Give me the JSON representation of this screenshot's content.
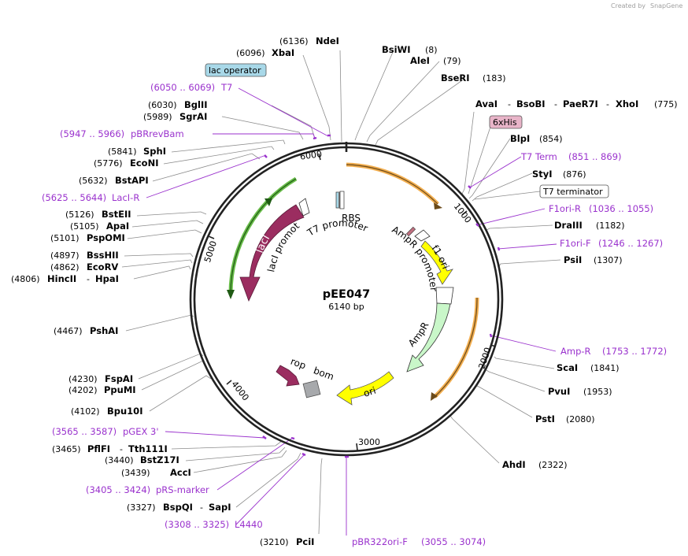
{
  "credit": {
    "text": "Created by",
    "brand": "SnapGene"
  },
  "plasmid": {
    "name": "pEE047",
    "length": "6140 bp"
  },
  "ticks": [
    "1000",
    "2000",
    "3000",
    "4000",
    "5000",
    "6000"
  ],
  "enzymes": [
    {
      "pos": "(6136)",
      "name": "NdeI"
    },
    {
      "pos": "(6096)",
      "name": "XbaI"
    },
    {
      "pos": "(6030)",
      "name": "BglII"
    },
    {
      "pos": "(5989)",
      "name": "SgrAI"
    },
    {
      "pos": "(5841)",
      "name": "SphI"
    },
    {
      "pos": "(5776)",
      "name": "EcoNI"
    },
    {
      "pos": "(5632)",
      "name": "BstAPI"
    },
    {
      "pos": "(5126)",
      "name": "BstEII"
    },
    {
      "pos": "(5105)",
      "name": "ApaI"
    },
    {
      "pos": "(5101)",
      "name": "PspOMI"
    },
    {
      "pos": "(4897)",
      "name": "BssHII"
    },
    {
      "pos": "(4862)",
      "name": "EcoRV"
    },
    {
      "pos": "(4806)",
      "name": "HincII",
      "name2": "HpaI"
    },
    {
      "pos": "(4467)",
      "name": "PshAI"
    },
    {
      "pos": "(4230)",
      "name": "FspAI"
    },
    {
      "pos": "(4202)",
      "name": "PpuMI"
    },
    {
      "pos": "(4102)",
      "name": "Bpu10I"
    },
    {
      "pos": "(3465)",
      "name": "PflFI",
      "name2": "Tth111I"
    },
    {
      "pos": "(3440)",
      "name": "BstZ17I"
    },
    {
      "pos": "(3439)",
      "name": "AccI"
    },
    {
      "pos": "(3327)",
      "name": "BspQI",
      "name2": "SapI"
    },
    {
      "pos": "(3210)",
      "name": "PciI"
    },
    {
      "pos": "(8)",
      "name": "BsiWI"
    },
    {
      "pos": "(79)",
      "name": "AleI"
    },
    {
      "pos": "(183)",
      "name": "BseRI"
    },
    {
      "pos": "(775)",
      "name": "AvaI",
      "name2": "BsoBI",
      "name3": "PaeR7I",
      "name4": "XhoI"
    },
    {
      "pos": "(854)",
      "name": "BlpI"
    },
    {
      "pos": "(876)",
      "name": "StyI"
    },
    {
      "pos": "(1182)",
      "name": "DraIII"
    },
    {
      "pos": "(1307)",
      "name": "PsiI"
    },
    {
      "pos": "(1841)",
      "name": "ScaI"
    },
    {
      "pos": "(1953)",
      "name": "PvuI"
    },
    {
      "pos": "(2080)",
      "name": "PstI"
    },
    {
      "pos": "(2322)",
      "name": "AhdI"
    }
  ],
  "primers": [
    {
      "range": "(6050 .. 6069)",
      "name": "T7"
    },
    {
      "range": "(5947 .. 5966)",
      "name": "pBRrevBam"
    },
    {
      "range": "(5625 .. 5644)",
      "name": "LacI-R"
    },
    {
      "range": "(3565 .. 3587)",
      "name": "pGEX 3'"
    },
    {
      "range": "(3405 .. 3424)",
      "name": "pRS-marker"
    },
    {
      "range": "(3308 .. 3325)",
      "name": "L4440"
    },
    {
      "name": "T7 Term",
      "range": "(851 .. 869)"
    },
    {
      "name": "F1ori-R",
      "range": "(1036 .. 1055)"
    },
    {
      "name": "F1ori-F",
      "range": "(1246 .. 1267)"
    },
    {
      "name": "Amp-R",
      "range": "(1753 .. 1772)"
    },
    {
      "name": "pBR322ori-F",
      "range": "(3055 .. 3074)"
    }
  ],
  "boxed_features": {
    "lac_operator": "lac operator",
    "his": "6xHis",
    "t7_terminator": "T7 terminator"
  },
  "features": {
    "laci": "lacI",
    "laci_promoter": "lacI promoter",
    "t7_promoter": "T7 promoter",
    "rbs": "RBS",
    "ampr_promoter": "AmpR promoter",
    "f1_ori": "f1 ori",
    "ampr": "AmpR",
    "ori": "ori",
    "rop": "rop",
    "bom": "bom"
  },
  "colors": {
    "laci": "#9b2d60",
    "ampr": "#c9f7c9",
    "f1_ori": "#ffff00",
    "ori": "#ffff00",
    "rop": "#9b2d60",
    "bom": "#a7a9ac",
    "primer": "#9a32cd",
    "orange_arc": "#f0a030",
    "green_arc": "#4caf28",
    "lac_operator_box": "#a8d8e8",
    "his_box": "#e8b4c8"
  }
}
